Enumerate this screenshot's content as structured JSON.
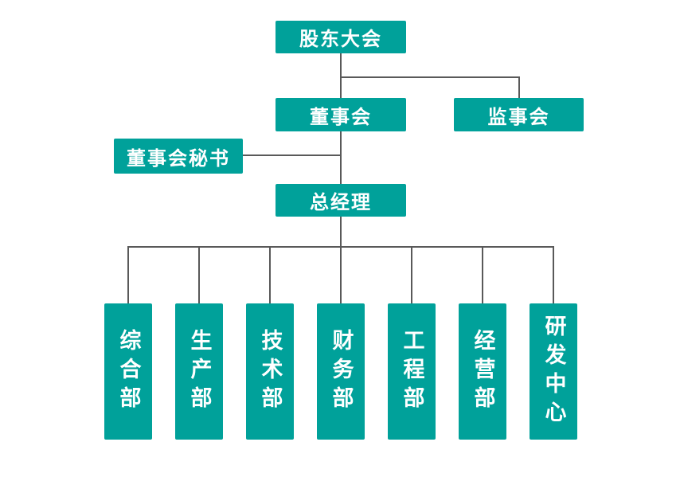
{
  "colors": {
    "node_fill": "#00A19A",
    "node_text": "#FFFFFF",
    "connector": "#595959",
    "background": "#FFFFFF"
  },
  "nodes": {
    "shareholders": {
      "label": "股东大会"
    },
    "board": {
      "label": "董事会"
    },
    "supervisory": {
      "label": "监事会"
    },
    "secretary": {
      "label": "董事会秘书"
    },
    "general_manager": {
      "label": "总经理"
    },
    "departments": [
      {
        "label": "综合部"
      },
      {
        "label": "生产部"
      },
      {
        "label": "技术部"
      },
      {
        "label": "财务部"
      },
      {
        "label": "工程部"
      },
      {
        "label": "经营部"
      },
      {
        "label": "研发中心"
      }
    ]
  }
}
